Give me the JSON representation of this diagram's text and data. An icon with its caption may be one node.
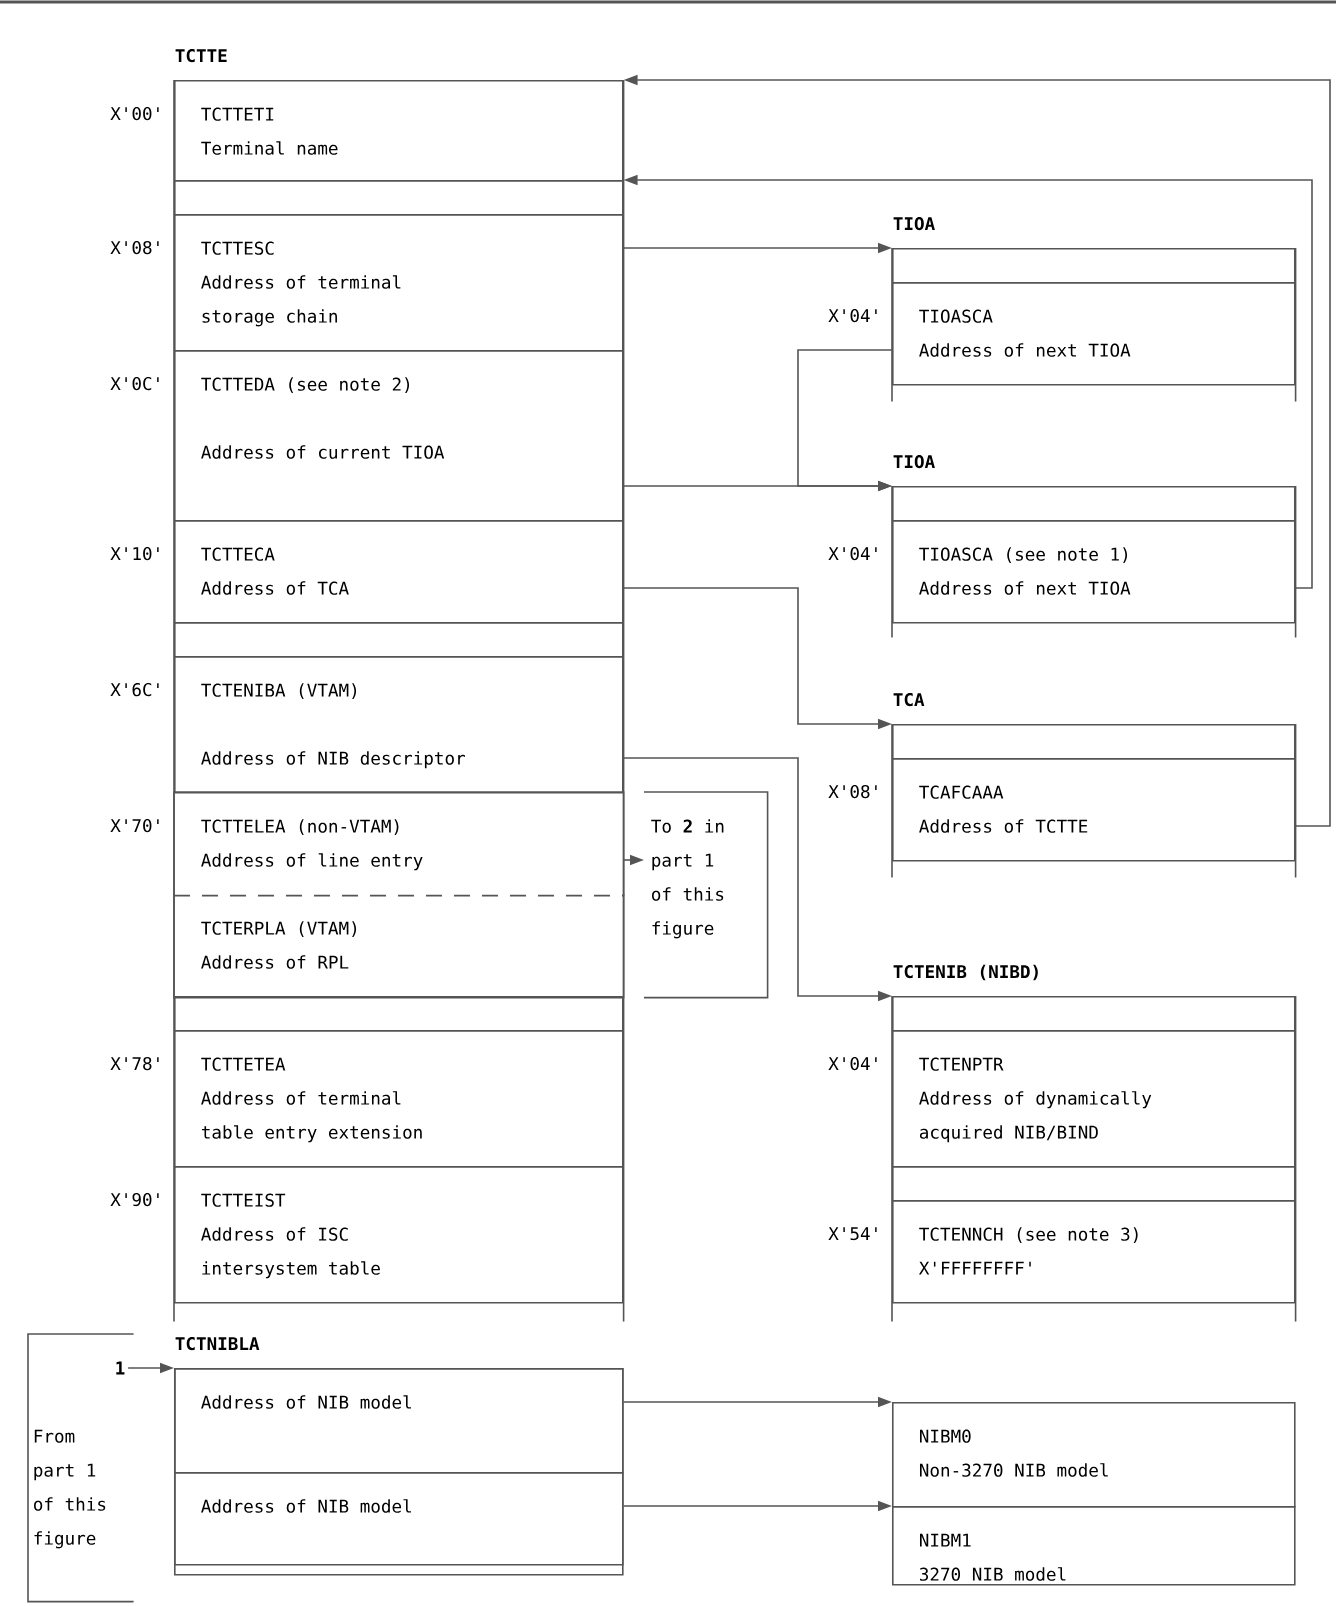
{
  "diagram": {
    "nodes": [
      {
        "text": [
          "TCTTE"
        ]
      },
      {
        "text": [
          "TCTTETI",
          "Terminal name"
        ],
        "in": 0,
        "beside": [
          "X'00'"
        ]
      },
      {
        "text": [],
        "shape": "box",
        "in": 0
      },
      {
        "text": [
          "TCTTESC",
          "Address of terminal storage chain"
        ],
        "in": 0,
        "beside": [
          "X'08'"
        ]
      },
      {
        "text": [
          "TCTTEDA (see note 2)",
          "Address of current TIOA"
        ],
        "in": 0,
        "beside": [
          "X'0C'"
        ]
      },
      {
        "text": [
          "TCTTECA",
          "Address of TCA"
        ],
        "in": 0,
        "beside": [
          "X'10'"
        ]
      },
      {
        "text": [],
        "shape": "box",
        "in": 0
      },
      {
        "text": [
          "TCTENIBA (VTAM)",
          "Address of NIB descriptor"
        ],
        "in": 0,
        "beside": [
          "X'6C'"
        ]
      },
      {
        "text": [
          "TCTTELEA (non-VTAM)",
          "Address of line entry"
        ],
        "in": 0,
        "beside": [
          "X'70'"
        ]
      },
      {
        "text": [
          "TCTERPLA (VTAM)",
          "Address of RPL"
        ],
        "in": 0
      },
      {
        "text": [],
        "shape": "box",
        "in": 0
      },
      {
        "text": [
          "TCTTETEA",
          "Address of terminal table entry extension"
        ],
        "in": 0,
        "beside": [
          "X'78'"
        ]
      },
      {
        "text": [
          "TCTTEIST",
          "Address of ISC intersystem table"
        ],
        "in": 0,
        "beside": [
          "X'90'"
        ]
      },
      {
        "text": [
          "TIOA"
        ]
      },
      {
        "text": [],
        "shape": "box",
        "in": 13
      },
      {
        "text": [
          "TIOASCA",
          "Address of next TIOA"
        ],
        "in": 13,
        "beside": [
          "X'04'"
        ]
      },
      {
        "text": [
          "TIOA"
        ]
      },
      {
        "text": [],
        "shape": "box",
        "in": 16
      },
      {
        "text": [
          "TIOASCA (see note 1)",
          "Address of next TIOA"
        ],
        "in": 16,
        "beside": [
          "X'04'"
        ]
      },
      {
        "text": [
          "TCA"
        ]
      },
      {
        "text": [],
        "shape": "box",
        "in": 19
      },
      {
        "text": [
          "TCAFCAAA",
          "Address of TCTTE"
        ],
        "in": 19,
        "beside": [
          "X'08'"
        ]
      },
      {
        "text": [
          "To **2** in part 1 of this figure"
        ]
      },
      {
        "text": [
          "TCTENIB (NIBD)"
        ]
      },
      {
        "text": [],
        "shape": "box",
        "in": 23
      },
      {
        "text": [
          "TCTENPTR",
          "Address of dynamically acquired NIB/BIND"
        ],
        "in": 23,
        "beside": [
          "X'04'"
        ]
      },
      {
        "text": [],
        "shape": "box",
        "in": 23
      },
      {
        "text": [
          "TCTENNCH (see note 3)",
          "X'FFFFFFFF'"
        ],
        "in": 23,
        "beside": [
          "X'54'"
        ]
      },
      {
        "text": [
          "From part 1 of this figure"
        ]
      },
      {
        "text": [
          "1"
        ],
        "in": 28
      },
      {
        "text": [
          "TCTNIBLA"
        ]
      },
      {
        "text": [
          "Address of NIB model"
        ],
        "in": 30
      },
      {
        "text": [
          "Address of NIB model"
        ],
        "in": 30
      },
      {
        "text": [
          "NIBM0",
          "Non-3270 NIB model"
        ]
      },
      {
        "text": [
          "NIBM1",
          "3270 NIB model"
        ]
      }
    ],
    "edges": [
      {
        "from": 3,
        "to": 13,
        "arrow": "to"
      },
      {
        "from": 4,
        "to": 16,
        "arrow": "to"
      },
      {
        "from": 15,
        "to": 16,
        "arrow": "to"
      },
      {
        "from": 18,
        "to": 0,
        "arrow": "to"
      },
      {
        "from": 5,
        "to": 19,
        "arrow": "to"
      },
      {
        "from": 21,
        "to": 0,
        "arrow": "to"
      },
      {
        "from": 7,
        "to": 23,
        "arrow": "to"
      },
      {
        "from": 8,
        "to": 22,
        "arrow": "to"
      },
      {
        "from": 29,
        "to": 30,
        "arrow": "to"
      },
      {
        "from": 31,
        "to": 33,
        "arrow": "to"
      },
      {
        "from": 32,
        "to": 34,
        "arrow": "to"
      }
    ]
  }
}
